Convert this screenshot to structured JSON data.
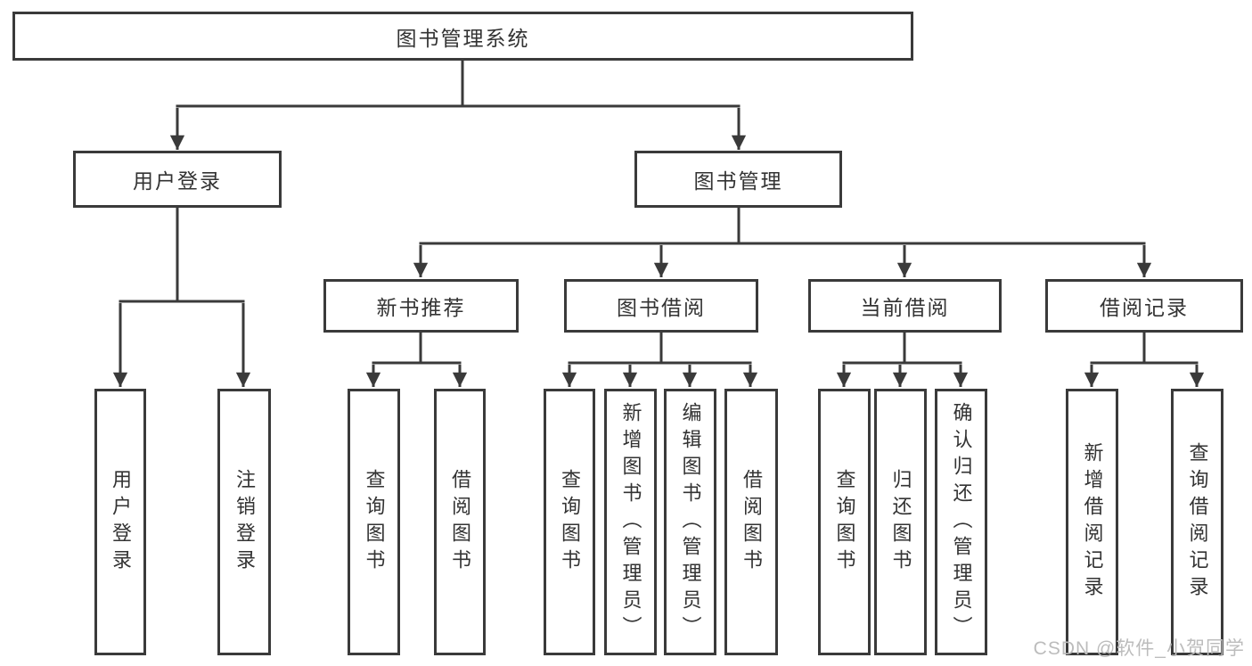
{
  "colors": {
    "line": "#3a3a3a",
    "text": "#333333",
    "watermark": "#bcbcbc",
    "background": "#ffffff"
  },
  "watermark": {
    "text": "CSDN @软件_小贺同学"
  },
  "tree": {
    "root": {
      "label": "图书管理系统"
    },
    "branches": [
      {
        "label": "用户登录",
        "children": [
          {
            "label": "用户登录"
          },
          {
            "label": "注销登录"
          }
        ]
      },
      {
        "label": "图书管理",
        "children": [
          {
            "label": "新书推荐",
            "children": [
              {
                "label": "查询图书"
              },
              {
                "label": "借阅图书"
              }
            ]
          },
          {
            "label": "图书借阅",
            "children": [
              {
                "label": "查询图书"
              },
              {
                "label": "新增图书（管理员）"
              },
              {
                "label": "编辑图书（管理员）"
              },
              {
                "label": "借阅图书"
              }
            ]
          },
          {
            "label": "当前借阅",
            "children": [
              {
                "label": "查询图书"
              },
              {
                "label": "归还图书"
              },
              {
                "label": "确认归还（管理员）"
              }
            ]
          },
          {
            "label": "借阅记录",
            "children": [
              {
                "label": "新增借阅记录"
              },
              {
                "label": "查询借阅记录"
              }
            ]
          }
        ]
      }
    ]
  }
}
